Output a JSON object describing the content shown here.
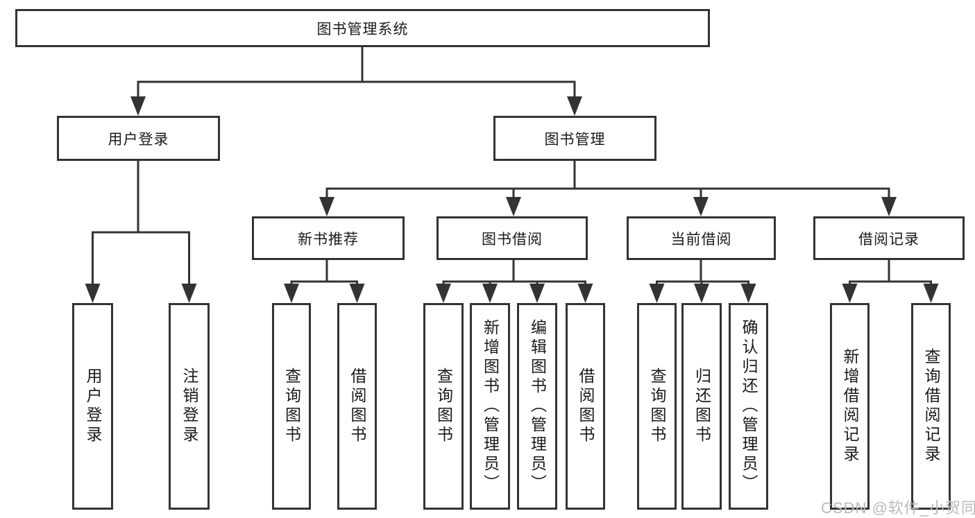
{
  "watermark": {
    "text": "CSDN @软件_小贺同学"
  },
  "colors": {
    "line": "#333333",
    "text": "#1a1a1a",
    "watermark": "#b9b9b9",
    "background": "#ffffff"
  },
  "tree": {
    "label": "图书管理系统",
    "children": [
      {
        "label": "用户登录",
        "children": [
          {
            "label": "用户登录"
          },
          {
            "label": "注销登录"
          }
        ]
      },
      {
        "label": "图书管理",
        "children": [
          {
            "label": "新书推荐",
            "children": [
              {
                "label": "查询图书"
              },
              {
                "label": "借阅图书"
              }
            ]
          },
          {
            "label": "图书借阅",
            "children": [
              {
                "label": "查询图书"
              },
              {
                "label": "新增图书（管理员）"
              },
              {
                "label": "编辑图书（管理员）"
              },
              {
                "label": "借阅图书"
              }
            ]
          },
          {
            "label": "当前借阅",
            "children": [
              {
                "label": "查询图书"
              },
              {
                "label": "归还图书"
              },
              {
                "label": "确认归还（管理员）"
              }
            ]
          },
          {
            "label": "借阅记录",
            "children": [
              {
                "label": "新增借阅记录"
              },
              {
                "label": "查询借阅记录"
              }
            ]
          }
        ]
      }
    ]
  }
}
